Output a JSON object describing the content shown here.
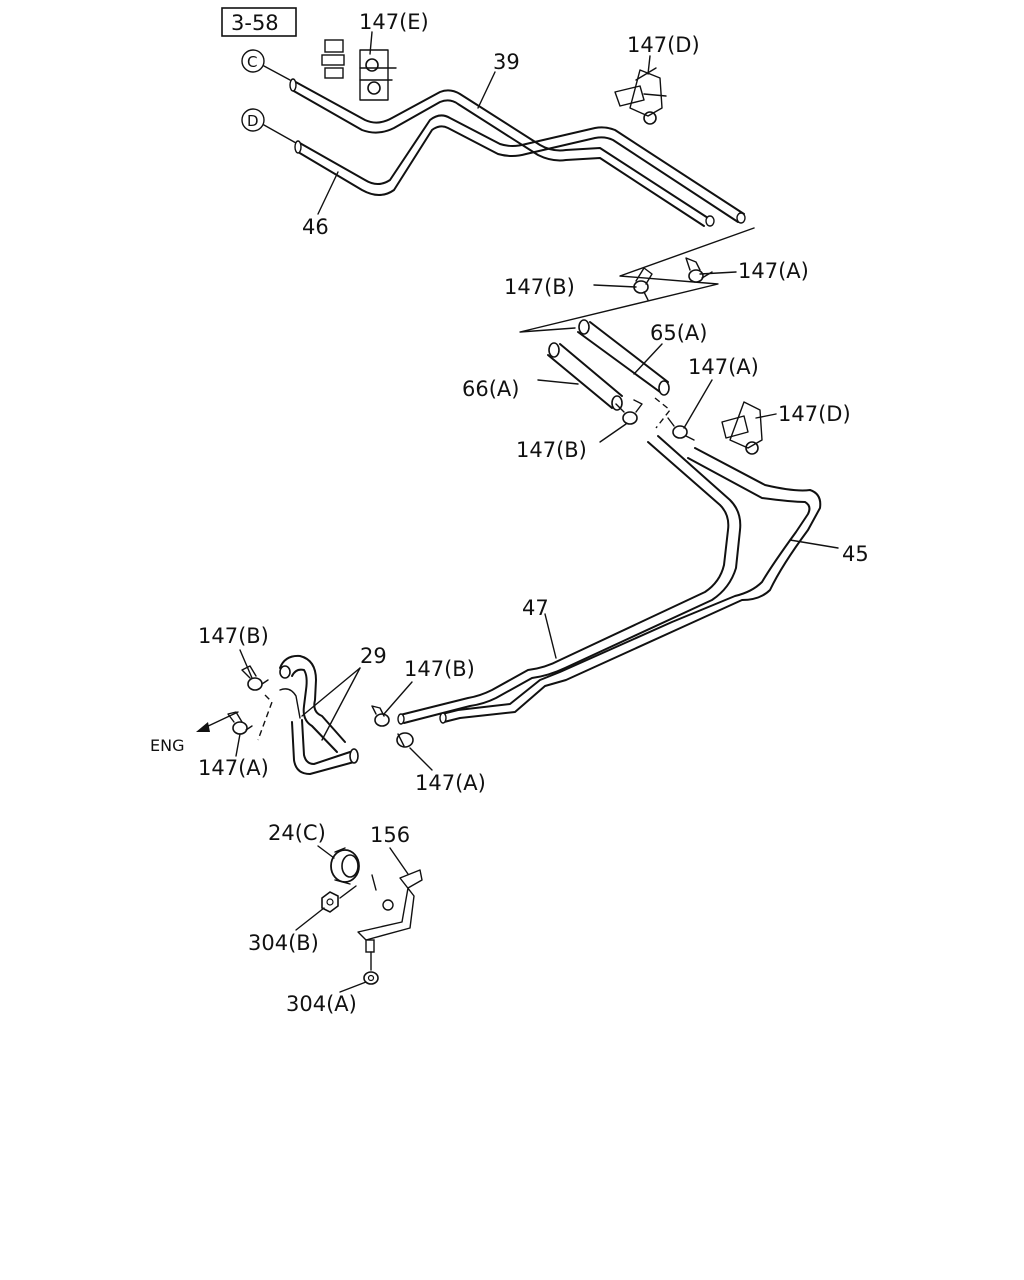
{
  "ref": "3-58",
  "connectors": {
    "c": "C",
    "d": "D"
  },
  "labels": {
    "p147e": "147(E)",
    "p147d_top": "147(D)",
    "p39": "39",
    "p46": "46",
    "p147b_1": "147(B)",
    "p147a_1": "147(A)",
    "p65a": "65(A)",
    "p66a": "66(A)",
    "p147a_2": "147(A)",
    "p147d_mid": "147(D)",
    "p147b_2": "147(B)",
    "p45": "45",
    "p47": "47",
    "p147b_3": "147(B)",
    "p29": "29",
    "p147b_4": "147(B)",
    "eng": "ENG",
    "p147a_3": "147(A)",
    "p147a_4": "147(A)",
    "p24c": "24(C)",
    "p156": "156",
    "p304b": "304(B)",
    "p304a": "304(A)"
  }
}
